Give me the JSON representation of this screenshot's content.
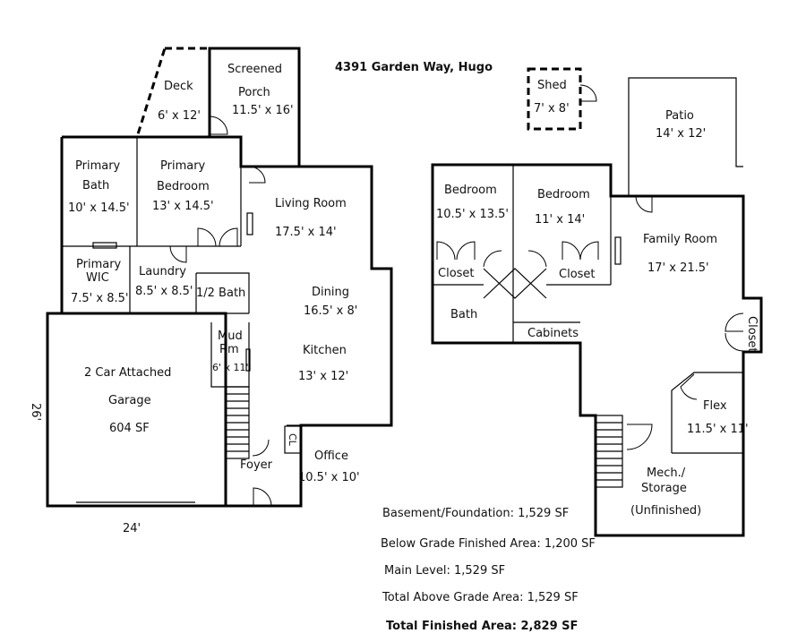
{
  "title": "4391 Garden Way, Hugo",
  "rooms": {
    "deck": {
      "name": "Deck",
      "size": "6' x 12'"
    },
    "screened_porch": {
      "name1": "Screened",
      "name2": "Porch",
      "size": "11.5' x 16'"
    },
    "primary_bath": {
      "name1": "Primary",
      "name2": "Bath",
      "size": "10' x 14.5'"
    },
    "primary_bedroom": {
      "name1": "Primary",
      "name2": "Bedroom",
      "size": "13' x 14.5'"
    },
    "living_room": {
      "name": "Living Room",
      "size": "17.5' x 14'"
    },
    "primary_wic": {
      "name1": "Primary",
      "name2": "WIC",
      "size": "7.5' x 8.5'"
    },
    "laundry": {
      "name": "Laundry",
      "size": "8.5' x 8.5'"
    },
    "half_bath": {
      "name": "1/2 Bath"
    },
    "dining": {
      "name": "Dining",
      "size": "16.5' x 8'"
    },
    "mud_room": {
      "name1": "Mud",
      "name2": "Rm",
      "size": "6' x 11'"
    },
    "kitchen": {
      "name": "Kitchen",
      "size": "13' x 12'"
    },
    "garage": {
      "name1": "2 Car Attached",
      "name2": "Garage",
      "size": "604 SF",
      "width": "24'",
      "depth": "26'"
    },
    "closet_cl": {
      "name": "CL"
    },
    "foyer": {
      "name": "Foyer"
    },
    "office": {
      "name": "Office",
      "size": "10.5' x 10'"
    },
    "shed": {
      "name": "Shed",
      "size": "7' x 8'"
    },
    "patio": {
      "name": "Patio",
      "size": "14' x 12'"
    },
    "bedroom_1": {
      "name": "Bedroom",
      "size": "10.5' x 13.5'"
    },
    "bedroom_2": {
      "name": "Bedroom",
      "size": "11' x 14'"
    },
    "family_room": {
      "name": "Family Room",
      "size": "17' x 21.5'"
    },
    "closet_1": {
      "name": "Closet"
    },
    "closet_2": {
      "name": "Closet"
    },
    "bath": {
      "name": "Bath"
    },
    "cabinets": {
      "name": "Cabinets"
    },
    "closet_3": {
      "name": "Closet"
    },
    "flex": {
      "name": "Flex",
      "size": "11.5' x 11'"
    },
    "mech": {
      "name1": "Mech./",
      "name2": "Storage",
      "name3": "(Unfinished)"
    }
  },
  "stats": {
    "basement": "Basement/Foundation: 1,529 SF",
    "below_grade": "Below Grade Finished Area: 1,200 SF",
    "main_level": "Main Level: 1,529 SF",
    "above_grade": "Total Above Grade Area: 1,529 SF",
    "total": "Total Finished Area: 2,829 SF"
  }
}
